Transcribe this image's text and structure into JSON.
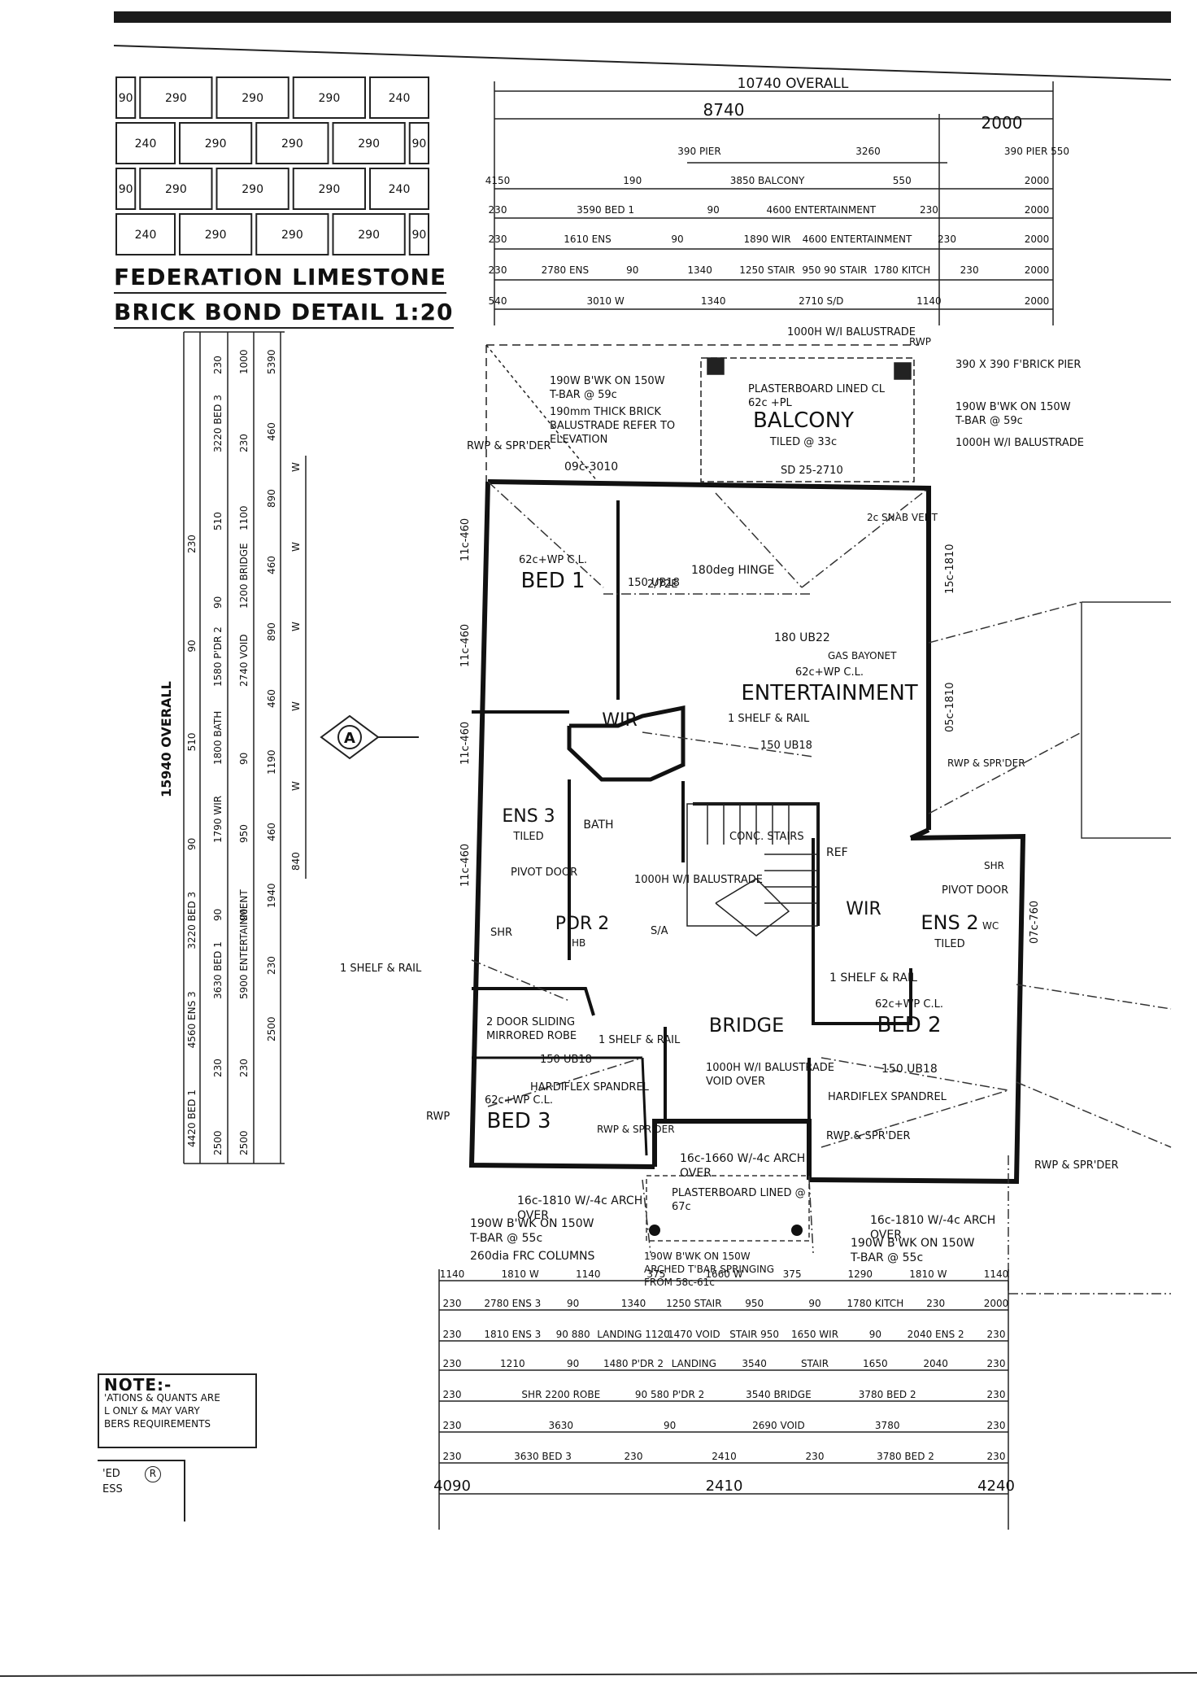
{
  "detail": {
    "title_1": "FEDERATION LIMESTONE",
    "title_2": "BRICK BOND DETAIL 1:20",
    "brick_rows": [
      [
        "90",
        "290",
        "290",
        "290",
        "240"
      ],
      [
        "240",
        "290",
        "290",
        "290",
        "90"
      ],
      [
        "90",
        "290",
        "290",
        "290",
        "240"
      ],
      [
        "240",
        "290",
        "290",
        "290",
        "90"
      ]
    ]
  },
  "top_dims": {
    "overall": "10740 OVERALL",
    "main": "8740",
    "right": "2000",
    "rows": [
      [
        "390 PIER",
        "3260",
        "390 PIER 550"
      ],
      [
        "4150",
        "190",
        "3850 BALCONY",
        "550",
        "2000"
      ],
      [
        "230",
        "3590 BED 1",
        "90",
        "4600 ENTERTAINMENT",
        "230",
        "2000"
      ],
      [
        "230",
        "1610 ENS",
        "90",
        "1890 WIR",
        "4600 ENTERTAINMENT",
        "230",
        "2000"
      ],
      [
        "230",
        "2780 ENS",
        "90",
        "1340",
        "1250 STAIR",
        "950 90 STAIR",
        "1780 KITCH",
        "230",
        "2000"
      ],
      [
        "540",
        "3010 W",
        "1340",
        "2710 S/D",
        "1140",
        "2000"
      ]
    ]
  },
  "left_dims": {
    "overall": "15940 OVERALL",
    "col_a": [
      "4420 BED 1",
      "4560 ENS 3",
      "3220 BED 3",
      "90",
      "510",
      "90",
      "230"
    ],
    "col_b": [
      "2500",
      "230",
      "3630 BED 1",
      "90",
      "1790 WIR",
      "1800 BATH",
      "1580 P'DR 2",
      "90",
      "510",
      "3220 BED 3",
      "230"
    ],
    "col_c": [
      "2500",
      "230",
      "5900 ENTERTAINMENT",
      "90",
      "950",
      "90",
      "2740 VOID",
      "1200 BRIDGE",
      "1100",
      "230",
      "1000"
    ],
    "col_d": [
      "2500",
      "230",
      "1940",
      "460",
      "1190",
      "460",
      "890",
      "460",
      "890",
      "460",
      "5390"
    ],
    "col_e": [
      "840",
      "W",
      "W",
      "W",
      "W",
      "W"
    ]
  },
  "rooms": [
    {
      "name": "BED 1",
      "note": "62c+WP C.L."
    },
    {
      "name": "ENTERTAINMENT",
      "note": "62c+WP C.L."
    },
    {
      "name": "WIR",
      "note": ""
    },
    {
      "name": "ENS 3",
      "note": "TILED"
    },
    {
      "name": "BATH",
      "note": ""
    },
    {
      "name": "PDR 2",
      "note": ""
    },
    {
      "name": "BRIDGE",
      "note": ""
    },
    {
      "name": "BED 2",
      "note": "62c+WP C.L."
    },
    {
      "name": "BED 3",
      "note": "62c+WP C.L."
    },
    {
      "name": "BALCONY",
      "note": "TILED @ 33c"
    },
    {
      "name": "ENS 2",
      "note": "TILED"
    },
    {
      "name": "WIR",
      "note": ""
    }
  ],
  "labels": {
    "balustrade_top": "1000H W/I BALUSTRADE",
    "rwp": "RWP",
    "pier": "390 X 390 F'BRICK PIER",
    "bwk_right": "190W B'WK ON 150W T-BAR @ 59c",
    "balust_right": "1000H W/I BALUSTRADE",
    "bwk_left": "190W B'WK ON 150W T-BAR @ 59c",
    "brick_balust": "190mm THICK BRICK BALUSTRADE REFER TO ELEVATION",
    "rwp_spr_l": "RWP & SPR'DER",
    "plasterboard": "PLASTERBOARD LINED CL 62c +PL",
    "sd": "SD 25-2710",
    "opening_top": "09c-3010",
    "snab": "2c SNAB VENT",
    "hinge": "180deg HINGE",
    "r272": "2/72E",
    "ub18_v": "150 UB18",
    "ub22": "180 UB22",
    "gas": "GAS BAYONET",
    "shelf_rail": "1 SHELF & RAIL",
    "ub18_d": "150 UB18",
    "rwp_spr_r": "RWP & SPR'DER",
    "conc_stairs": "CONC. STAIRS",
    "ref": "REF",
    "balust_mid": "1000H W/I BALUSTRADE",
    "pivot_door_l": "PIVOT DOOR",
    "shr_l": "SHR",
    "hb": "HB",
    "shelf_rail_l": "1 SHELF & RAIL",
    "sliding_robe": "2 DOOR SLIDING MIRRORED ROBE",
    "shelf_rail_b3": "1 SHELF & RAIL",
    "ub18_b3": "150 UB18",
    "hardiflex_l": "HARDIFLEX SPANDREL",
    "rwp_l": "RWP",
    "rwp_spr_b3": "RWP & SPR'DER",
    "void_over": "1000H W/I BALUSTRADE VOID OVER",
    "arch_mid": "16c-1660 W/-4c ARCH OVER",
    "pivot_door_r": "PIVOT DOOR",
    "shr_r": "SHR",
    "wc": "WC",
    "shelf_rail_b2": "1 SHELF & RAIL",
    "ub18_b2": "150 UB18",
    "hardiflex_r": "HARDIFLEX SPANDREL",
    "rwp_spr_b2": "RWP & SPR'DER",
    "rwp_spr_far": "RWP & SPR'DER",
    "arch_l": "16c-1810 W/-4c ARCH OVER",
    "arch_r": "16c-1810 W/-4c ARCH OVER",
    "plasterboard_bot": "PLASTERBOARD LINED @ 67c",
    "bwk_bot_l": "190W B'WK ON 150W T-BAR @ 55c",
    "frc": "260dia FRC COLUMNS",
    "bwk_bot_m": "190W B'WK ON 150W ARCHED T'BAR SPRINGING FROM 58c-61c",
    "bwk_bot_r": "190W B'WK ON 150W T-BAR @ 55c",
    "win_l1": "11c-460",
    "win_l2": "11c-460",
    "win_l3": "11c-460",
    "win_l4": "11c-460",
    "win_r1": "15c-1810",
    "win_r2": "05c-1810",
    "win_r3": "07c-760",
    "section": "A",
    "sa": "S/A"
  },
  "bottom_dims": {
    "rows": [
      [
        "1140",
        "1810 W",
        "1140",
        "375",
        "1660 W",
        "375",
        "1290",
        "1810 W",
        "1140"
      ],
      [
        "230",
        "2780 ENS 3",
        "90",
        "1340",
        "1250 STAIR",
        "950",
        "90",
        "1780 KITCH",
        "230",
        "2000"
      ],
      [
        "230",
        "1810 ENS 3",
        "90 880",
        "LANDING 1120",
        "1470 VOID",
        "STAIR 950",
        "1650 WIR",
        "90",
        "2040 ENS 2",
        "230"
      ],
      [
        "230",
        "1210",
        "90",
        "1480 P'DR 2",
        "LANDING",
        "3540",
        "STAIR",
        "1650",
        "2040",
        "230"
      ],
      [
        "230",
        "SHR 2200 ROBE",
        "90 580 P'DR 2",
        "3540 BRIDGE",
        "3780 BED 2",
        "230"
      ],
      [
        "230",
        "3630",
        "90",
        "2690 VOID",
        "3780",
        "230"
      ],
      [
        "230",
        "3630 BED 3",
        "230",
        "2410",
        "230",
        "3780 BED 2",
        "230"
      ],
      [
        "4090",
        "2410",
        "4240"
      ]
    ]
  },
  "note": {
    "title": "NOTE:-",
    "lines": [
      "'ATIONS & QUANTS ARE",
      "L ONLY & MAY VARY",
      "BERS REQUIREMENTS"
    ]
  },
  "logo": {
    "l1": "'ED",
    "l2": "ESS",
    "mark": "R"
  }
}
